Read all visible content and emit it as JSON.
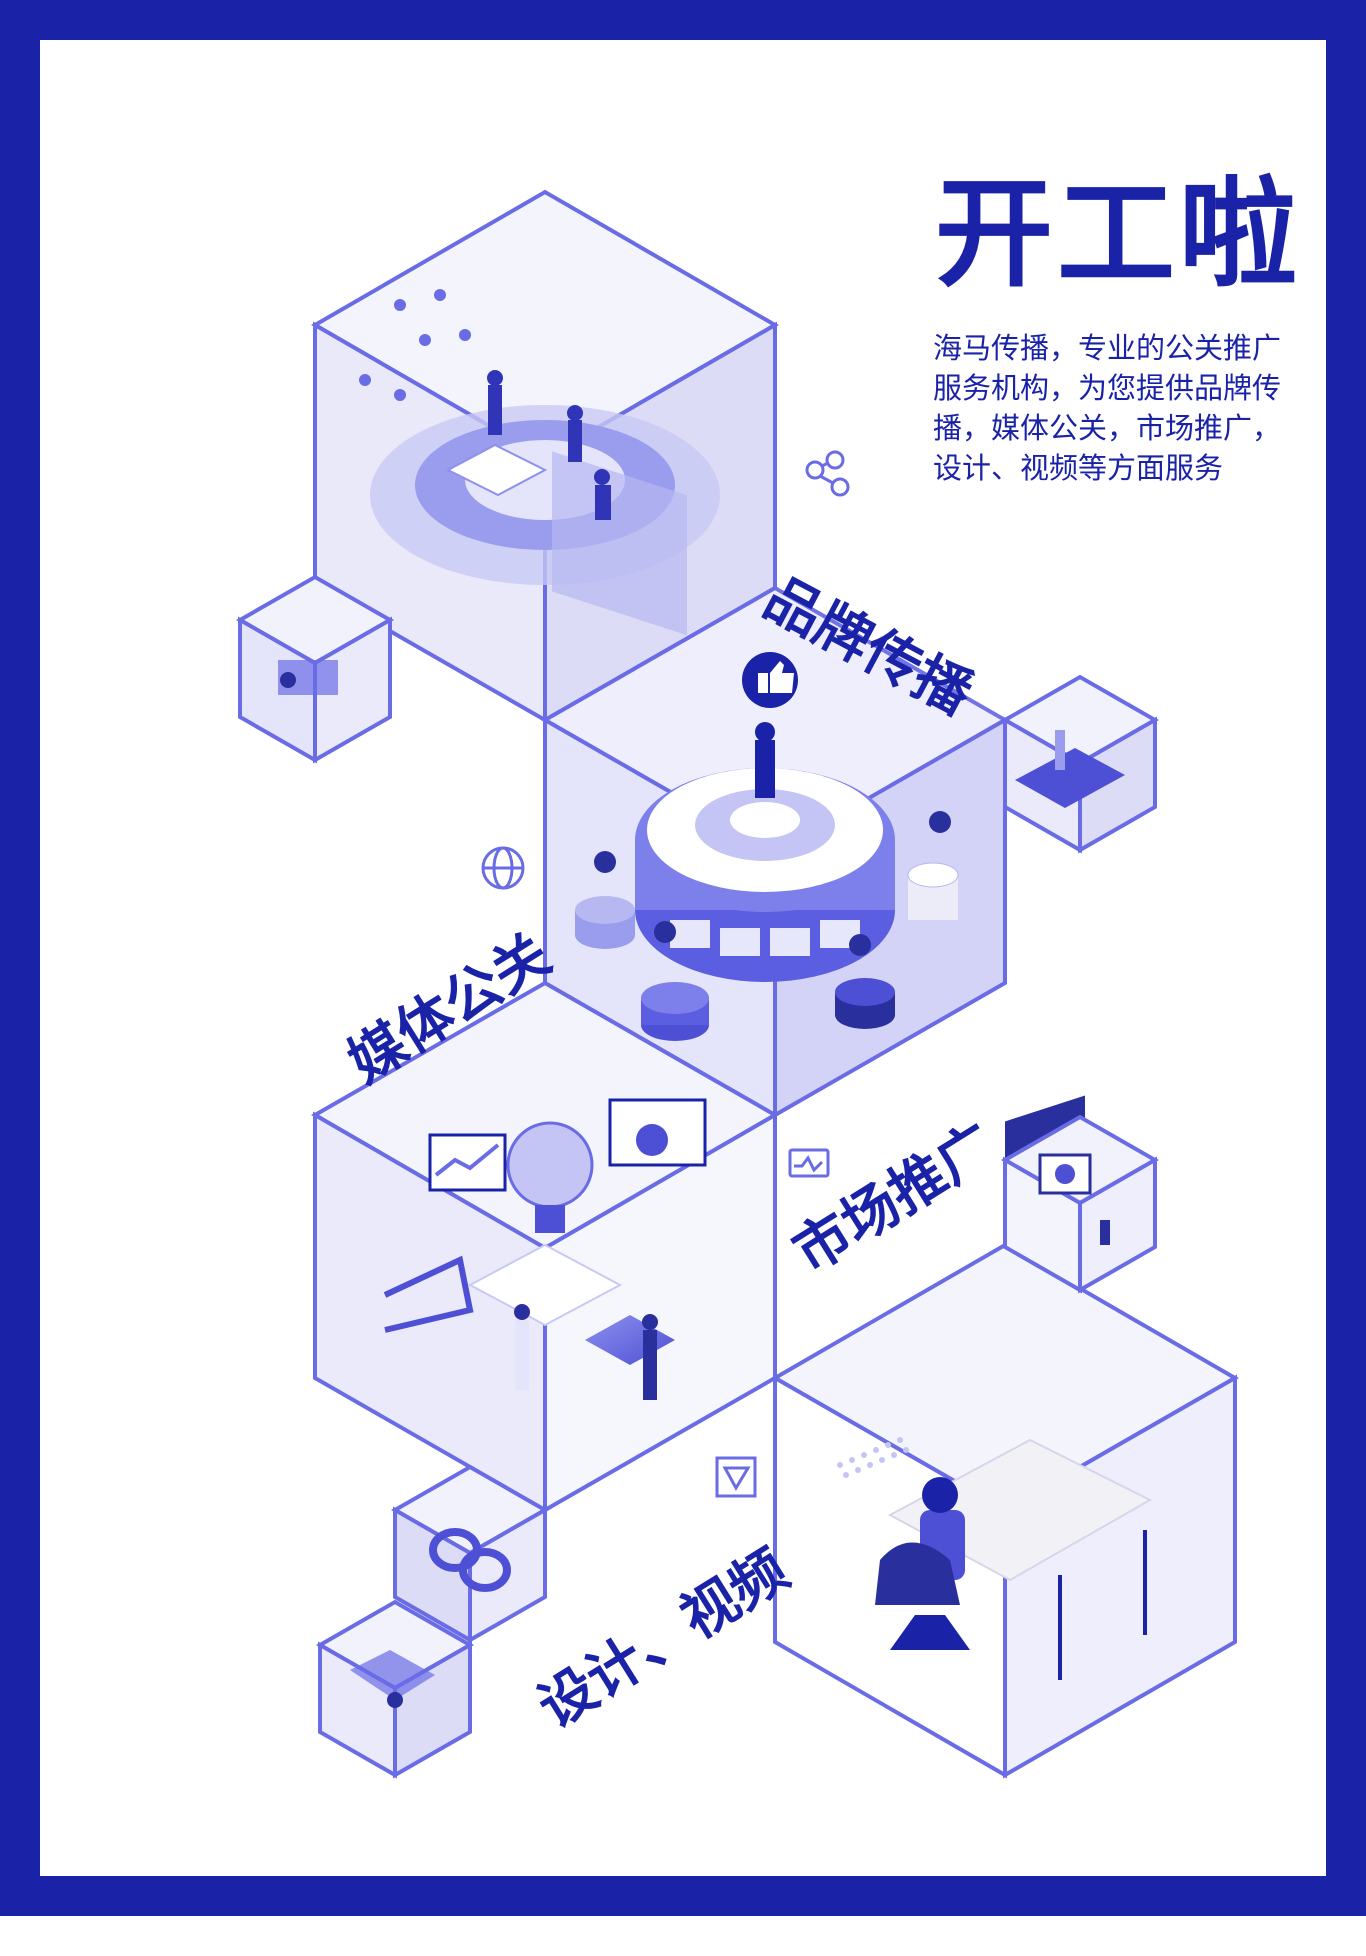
{
  "poster": {
    "title": "开工啦",
    "description_lines": [
      "海马传播，专业的公关推广",
      "服务机构，为您提供品牌传",
      "播，媒体公关，市场推广，",
      "设计、视频等方面服务"
    ],
    "labels": {
      "brand": "品牌传播",
      "media": "媒体公关",
      "market": "市场推广",
      "design": "设计、视频"
    },
    "icons": [
      "network-icon",
      "globe-icon",
      "monitor-chart-icon",
      "vector-pen-icon",
      "thumbs-up-icon"
    ],
    "colors": {
      "primary": "#1a23a8",
      "accent": "#6a6ce6",
      "light": "#c8c9f4",
      "pale": "#ececfb"
    }
  }
}
